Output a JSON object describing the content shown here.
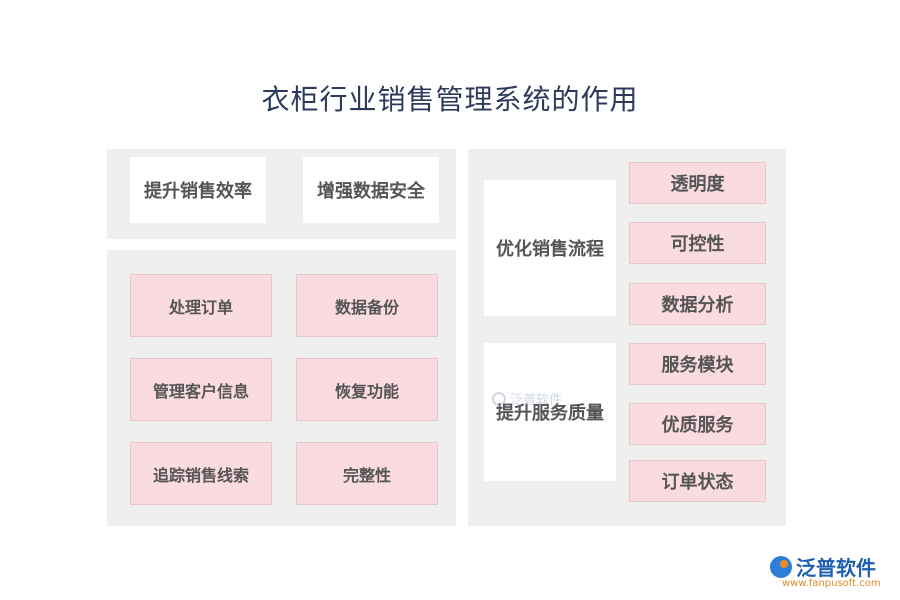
{
  "title": "衣柜行业销售管理系统的作用",
  "left_top": {
    "items": [
      "提升销售效率",
      "增强数据安全"
    ]
  },
  "left_bottom": {
    "items": [
      "处理订单",
      "数据备份",
      "管理客户信息",
      "恢复功能",
      "追踪销售线索",
      "完整性"
    ]
  },
  "right": {
    "group1": {
      "label": "优化销售流程",
      "items": [
        "透明度",
        "可控性",
        "数据分析"
      ]
    },
    "group2": {
      "label": "提升服务质量",
      "items": [
        "服务模块",
        "优质服务",
        "订单状态"
      ]
    }
  },
  "watermark": "泛普软件",
  "logo": {
    "name": "泛普软件",
    "url": "www.fanpusoft.com"
  },
  "colors": {
    "title": "#2d3a5c",
    "panel": "#efefef",
    "pink_box": "#fadbe0",
    "box_text": "#555555",
    "logo_blue": "#1f5fb0",
    "logo_orange": "#e08a2a"
  }
}
